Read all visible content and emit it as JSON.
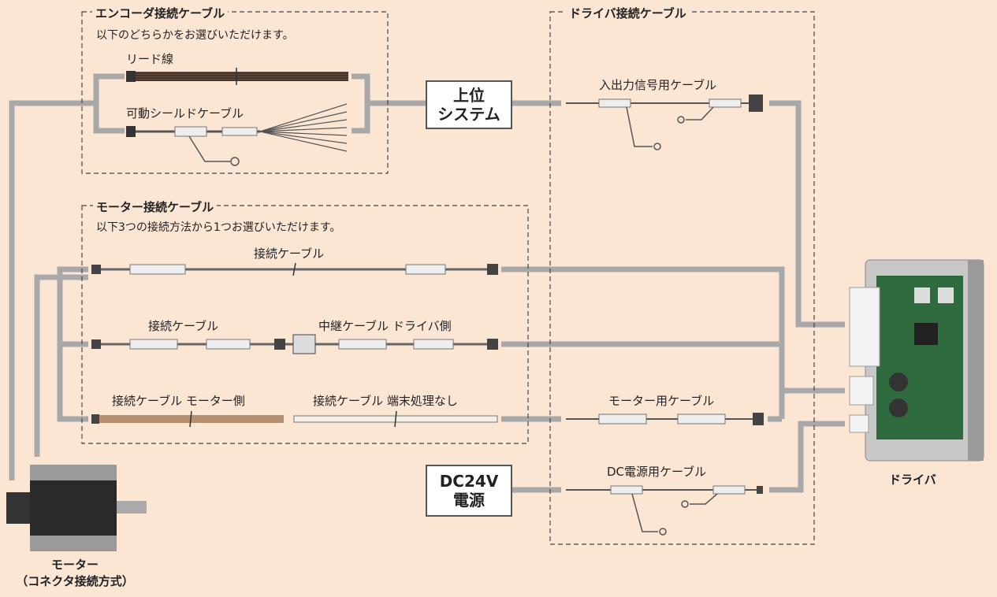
{
  "encoder": {
    "title": "エンコーダ接続ケーブル",
    "note": "以下のどちらかをお選びいただけます。",
    "cable1": "リード線",
    "cable2": "可動シールドケーブル"
  },
  "driver_cables": {
    "title": "ドライバ接続ケーブル",
    "io": "入出力信号用ケーブル",
    "motor": "モーター用ケーブル",
    "dc": "DC電源用ケーブル"
  },
  "motor_cables": {
    "title": "モーター接続ケーブル",
    "note": "以下3つの接続方法から1つお選びいただけます。",
    "row1": "接続ケーブル",
    "row2_left": "接続ケーブル",
    "row2_right": "中継ケーブル ドライバ側",
    "row3_left": "接続ケーブル モーター側",
    "row3_right": "接続ケーブル 端末処理なし"
  },
  "host": {
    "line1": "上位",
    "line2": "システム"
  },
  "power": {
    "line1": "DC24V",
    "line2": "電源"
  },
  "driver": {
    "label": "ドライバ"
  },
  "motor": {
    "line1": "モーター",
    "line2": "（コネクタ接続方式）"
  },
  "colors": {
    "background": "#fbe6d4",
    "route": "#a8a8a8",
    "driver_board": "#2f6b3f"
  }
}
